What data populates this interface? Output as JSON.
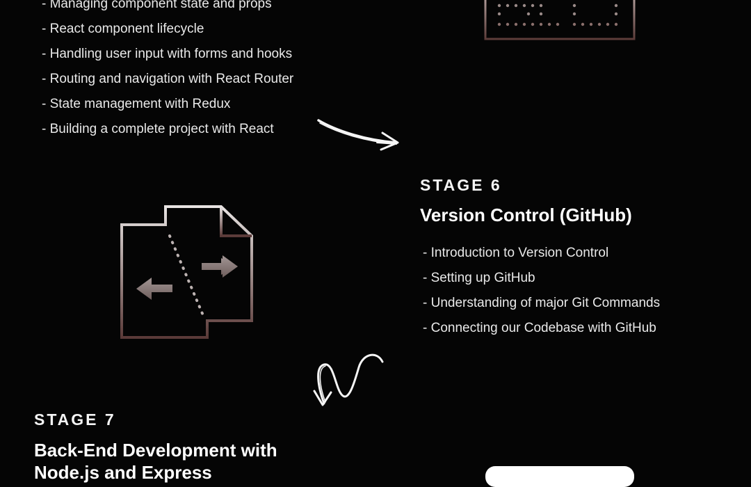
{
  "top_list": {
    "items": [
      "- Managing component state and props",
      "- React component lifecycle",
      "- Handling user input with forms and hooks",
      "- Routing and navigation with React Router",
      "- State management with Redux",
      "- Building a complete project with React"
    ]
  },
  "stage6": {
    "label": "STAGE 6",
    "title": "Version Control (GitHub)",
    "items": [
      "- Introduction to Version Control",
      "- Setting up GitHub",
      "- Understanding of major Git Commands",
      "- Connecting our Codebase with GitHub"
    ]
  },
  "stage7": {
    "label": "STAGE 7",
    "title": "Back-End Development with Node.js and Express"
  },
  "icons": {
    "keyboard": "keyboard-icon",
    "file_compare": "file-compare-icon",
    "arrow_right": "hand-drawn-arrow-icon",
    "arrow_squiggle": "squiggle-arrow-icon"
  },
  "colors": {
    "background": "#050505",
    "text": "#f2f2f2",
    "icon_gradient_top": "#e8e4e3",
    "icon_gradient_bottom": "#5a3a38"
  }
}
